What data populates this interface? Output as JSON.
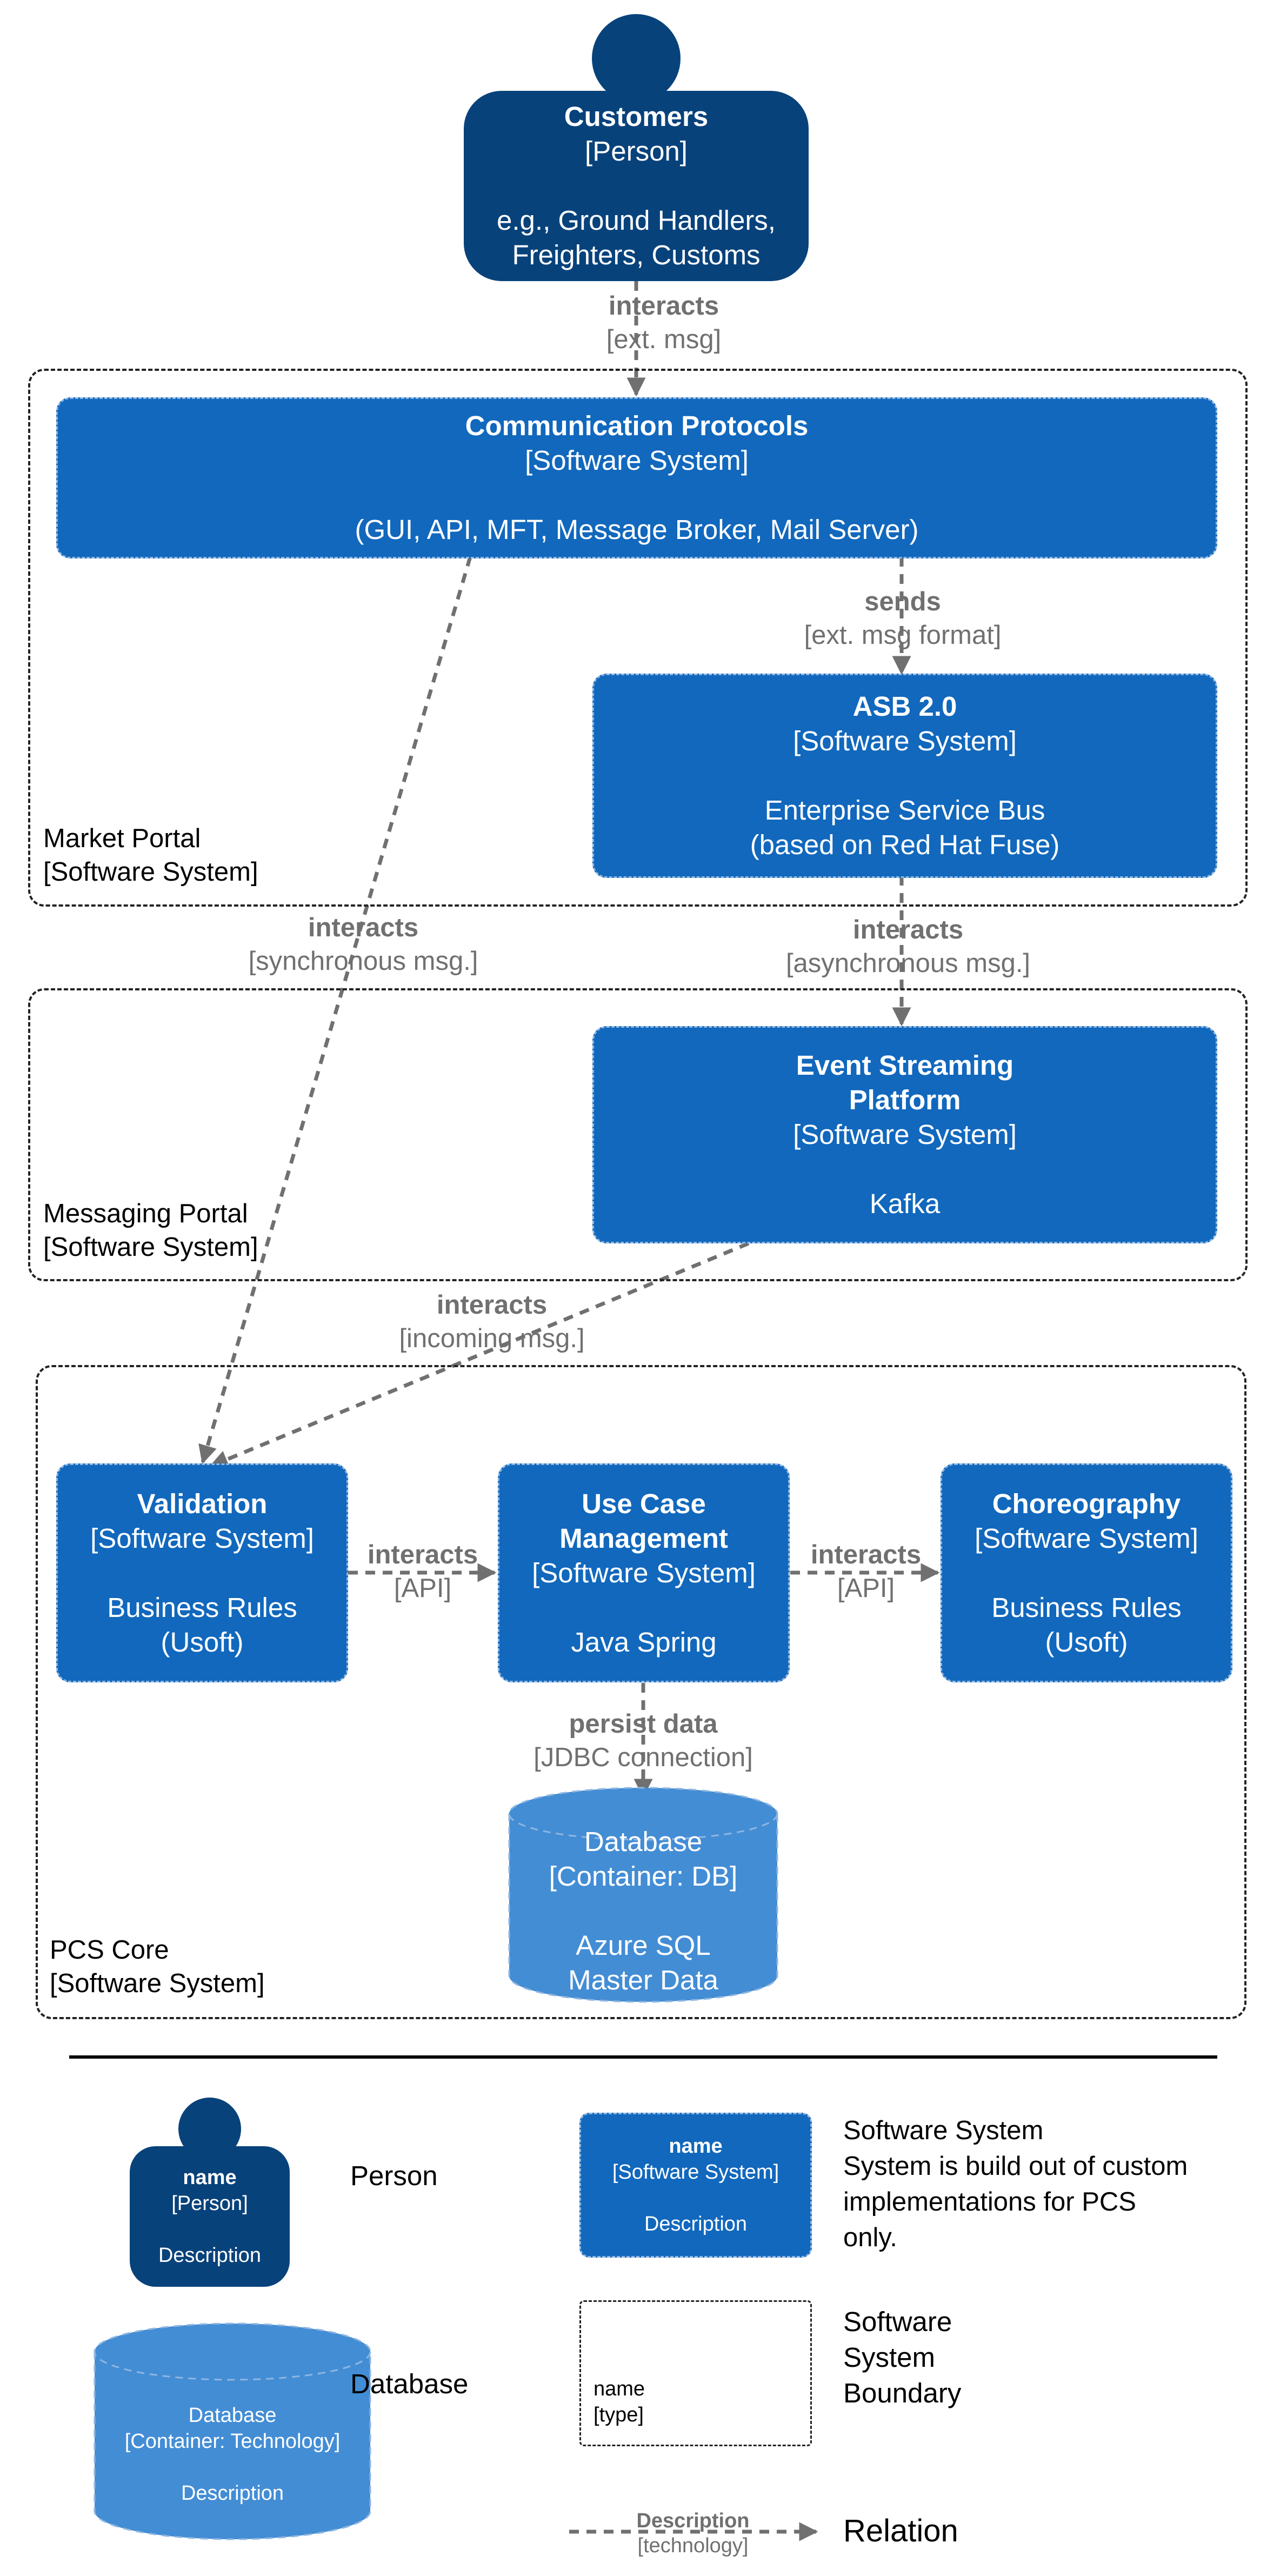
{
  "customers": {
    "name": "Customers",
    "type": "[Person]",
    "desc1": "e.g., Ground Handlers,",
    "desc2": "Freighters, Customs"
  },
  "comm": {
    "name": "Communication Protocols",
    "type": "[Software System]",
    "desc": "(GUI, API, MFT, Message Broker, Mail Server)"
  },
  "asb": {
    "name": "ASB 2.0",
    "type": "[Software System]",
    "desc1": "Enterprise Service Bus",
    "desc2": "(based on Red Hat Fuse)"
  },
  "esp": {
    "name1": "Event Streaming",
    "name2": "Platform",
    "type": "[Software System]",
    "desc": "Kafka"
  },
  "validation": {
    "name": "Validation",
    "type": "[Software System]",
    "desc1": "Business Rules",
    "desc2": "(Usoft)"
  },
  "ucm": {
    "name1": "Use Case",
    "name2": "Management",
    "type": "[Software System]",
    "desc": "Java Spring"
  },
  "choreo": {
    "name": "Choreography",
    "type": "[Software System]",
    "desc1": "Business Rules",
    "desc2": "(Usoft)"
  },
  "db": {
    "name": "Database",
    "type": "[Container: DB]",
    "desc1": "Azure SQL",
    "desc2": "Master Data"
  },
  "boundaries": {
    "market": {
      "name": "Market Portal",
      "type": "[Software System]"
    },
    "messaging": {
      "name": "Messaging Portal",
      "type": "[Software System]"
    },
    "pcs": {
      "name": "PCS Core",
      "type": "[Software System]"
    }
  },
  "relations": {
    "r1": {
      "label": "interacts",
      "tech": "[ext. msg]"
    },
    "r2": {
      "label": "sends",
      "tech": "[ext. msg format]"
    },
    "r3": {
      "label": "interacts",
      "tech": "[synchronous msg.]"
    },
    "r4": {
      "label": "interacts",
      "tech": "[asynchronous msg.]"
    },
    "r5": {
      "label": "interacts",
      "tech": "[incoming msg.]"
    },
    "r6": {
      "label": "interacts",
      "tech": "[API]"
    },
    "r7": {
      "label": "interacts",
      "tech": "[API]"
    },
    "r8": {
      "label": "persist data",
      "tech": "[JDBC connection]"
    }
  },
  "legend": {
    "person": {
      "name": "name",
      "type": "[Person]",
      "desc": "Description",
      "title": "Person"
    },
    "system": {
      "name": "name",
      "type": "[Software System]",
      "desc": "Description",
      "title": "Software System",
      "text1": "System is build out of custom",
      "text2": "implementations for PCS",
      "text3": "only."
    },
    "database": {
      "name": "Database",
      "type": "[Container: Technology]",
      "desc": "Description",
      "title": "Database"
    },
    "boundary": {
      "name": "name",
      "type": "[type]",
      "title1": "Software",
      "title2": "System",
      "title3": "Boundary"
    },
    "relation": {
      "label": "Description",
      "tech": "[technology]",
      "title": "Relation"
    }
  },
  "colors": {
    "person": "#08427b",
    "system": "#1168bd",
    "database": "#438dd5",
    "relation": "#707070"
  }
}
